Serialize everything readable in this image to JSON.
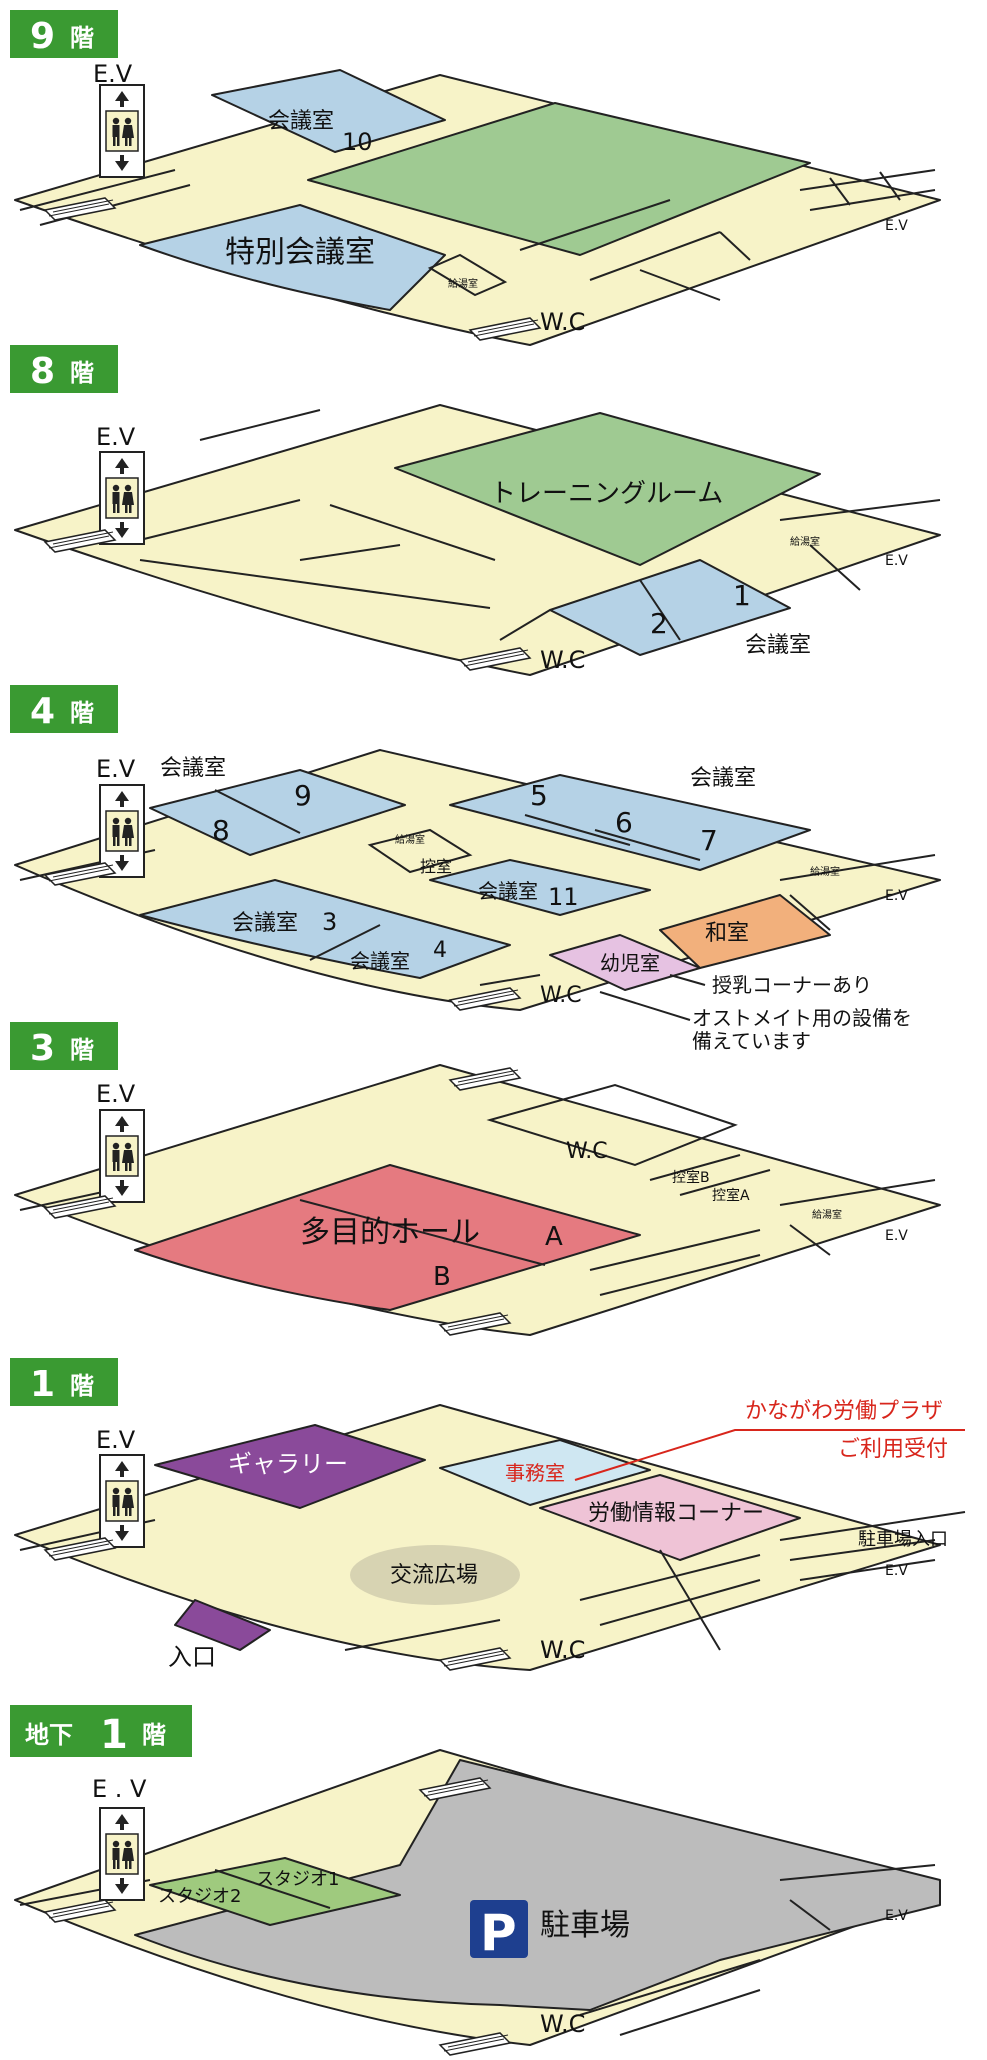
{
  "colors": {
    "floor": "#f7f3c8",
    "badge": "#3a9a32",
    "meeting_room": "#b5d2e6",
    "training": "#9fca92",
    "hall": "#e57a80",
    "gallery": "#8a4a9a",
    "office": "#cfe7f2",
    "labor_corner": "#efc3d6",
    "japanese_room": "#f2b07c",
    "nursery": "#e6c2e2",
    "studio": "#9fca7e",
    "parking": "#bcbcbc",
    "parking_sign": "#1e3f8f",
    "reception_red": "#d8261c"
  },
  "floors": {
    "f9": {
      "badge": {
        "num": "9",
        "suffix": "階"
      },
      "ev": "E.V",
      "rooms": {
        "r10_name": "会議室",
        "r10_num": "10",
        "special": "特別会議室",
        "kitchen": "給湯室",
        "wc": "W.C",
        "ev_right": "E.V"
      }
    },
    "f8": {
      "badge": {
        "num": "8",
        "suffix": "階"
      },
      "ev": "E.V",
      "rooms": {
        "training": "トレーニングルーム",
        "kitchen": "給湯室",
        "ev_right": "E.V",
        "num1": "1",
        "num2": "2",
        "meeting": "会議室",
        "wc": "W.C"
      }
    },
    "f4": {
      "badge": {
        "num": "4",
        "suffix": "階"
      },
      "ev": "E.V",
      "rooms": {
        "meeting_left": "会議室",
        "num8": "8",
        "num9": "9",
        "meeting_right": "会議室",
        "num5": "5",
        "num6": "6",
        "num7": "7",
        "kitchen": "給湯室",
        "waiting": "控室",
        "meeting11_name": "会議室",
        "meeting11_num": "11",
        "meeting3_name": "会議室",
        "meeting3_num": "3",
        "meeting4_name": "会議室",
        "meeting4_num": "4",
        "japanese": "和室",
        "nursery": "幼児室",
        "wc": "W.C",
        "ev_right": "E.V",
        "kitchen_right": "給湯室",
        "note_nursing": "授乳コーナーあり",
        "note_ostomy_1": "オストメイト用の設備を",
        "note_ostomy_2": "備えています"
      }
    },
    "f3": {
      "badge": {
        "num": "3",
        "suffix": "階"
      },
      "ev": "E.V",
      "rooms": {
        "wc": "W.C",
        "waiting_b": "控室B",
        "waiting_a": "控室A",
        "kitchen": "給湯室",
        "ev_right": "E.V",
        "hall": "多目的ホール",
        "hall_a": "A",
        "hall_b": "B"
      }
    },
    "f1": {
      "badge": {
        "num": "1",
        "suffix": "階"
      },
      "ev": "E.V",
      "rooms": {
        "reception_1": "かながわ労働プラザ",
        "reception_2": "ご利用受付",
        "office": "事務室",
        "gallery": "ギャラリー",
        "labor_info": "労働情報コーナー",
        "parking_entrance": "駐車場入口",
        "ev_right": "E.V",
        "plaza": "交流広場",
        "entrance": "入口",
        "wc": "W.C"
      }
    },
    "fb1": {
      "badge": {
        "prefix": "地下",
        "num": "1",
        "suffix": "階"
      },
      "ev": "E . V",
      "rooms": {
        "studio1": "スタジオ1",
        "studio2": "スタジオ2",
        "parking_sign": "P",
        "parking": "駐車場",
        "ev_right": "E.V",
        "wc": "W.C"
      }
    }
  }
}
